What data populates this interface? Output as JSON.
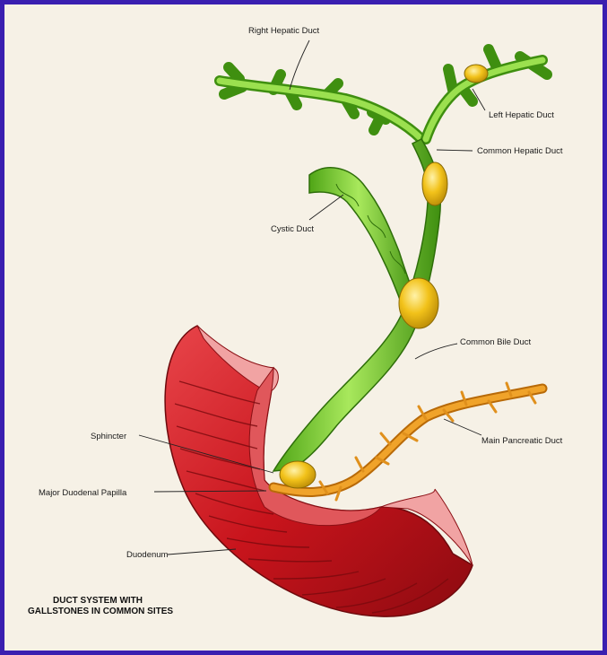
{
  "labels": {
    "right_hepatic_duct": "Right Hepatic Duct",
    "left_hepatic_duct": "Left Hepatic Duct",
    "common_hepatic_duct": "Common Hepatic Duct",
    "cystic_duct": "Cystic Duct",
    "common_bile_duct": "Common Bile Duct",
    "main_pancreatic_duct": "Main Pancreatic Duct",
    "sphincter": "Sphincter",
    "major_duodenal_papilla": "Major Duodenal Papilla",
    "duodenum": "Duodenum"
  },
  "caption": {
    "line1": "DUCT SYSTEM WITH",
    "line2": "GALLSTONES IN COMMON SITES"
  },
  "colors": {
    "border": "#3a1fb0",
    "background": "#f6f1e6",
    "duct_green": "#7fd13a",
    "duodenum_red": "#c8141c",
    "pancreatic_orange": "#e8941a",
    "gallstone_yellow": "#f2c21a"
  }
}
